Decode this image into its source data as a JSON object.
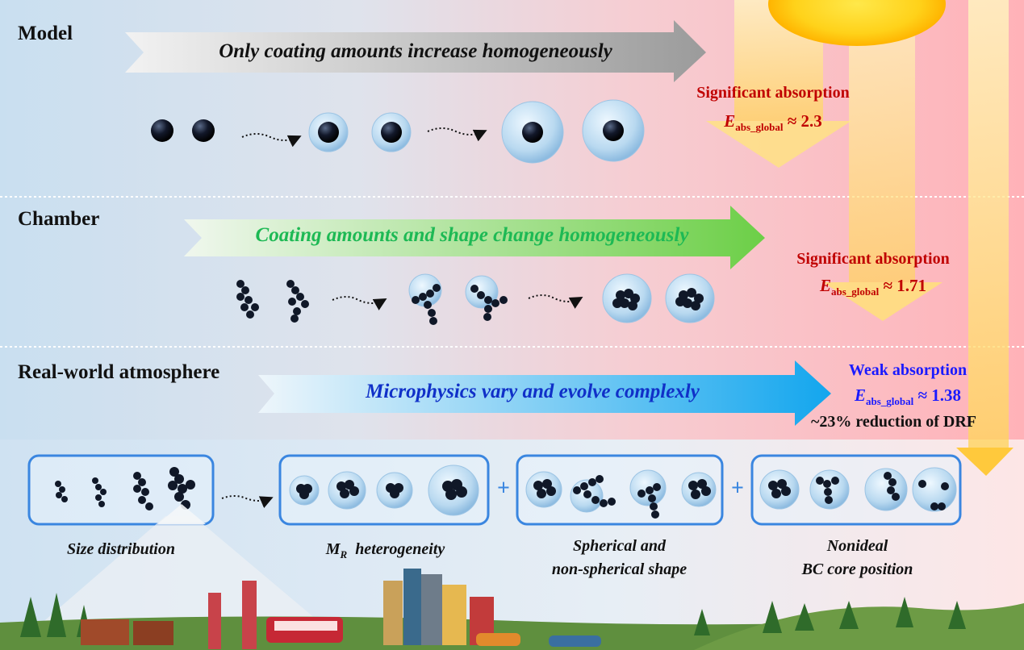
{
  "sections": {
    "model": "Model",
    "chamber": "Chamber",
    "real_world": "Real-world atmosphere"
  },
  "arrows": {
    "model": "Only coating amounts increase homogeneously",
    "chamber": "Coating amounts and shape change homogeneously",
    "real_world": "Microphysics  vary and evolve complexly"
  },
  "absorption": {
    "model": {
      "title": "Significant absorption",
      "symbol": "E",
      "subscript": "abs_global",
      "relation": "≈ 2.3"
    },
    "chamber": {
      "title": "Significant absorption",
      "symbol": "E",
      "subscript": "abs_global",
      "relation": "≈ 1.71"
    },
    "real_world": {
      "title": "Weak absorption",
      "symbol": "E",
      "subscript": "abs_global",
      "relation": "≈ 1.38",
      "note": "~23% reduction of DRF"
    }
  },
  "panels": {
    "size_distribution": "Size distribution",
    "mr_symbol": "M",
    "mr_subscript": "R",
    "mr_rest": "heterogeneity",
    "shape_line1": "Spherical and",
    "shape_line2": "non-spherical shape",
    "core_line1": "Nonideal",
    "core_line2": "BC core position",
    "plus": "+"
  },
  "colors": {
    "model_arrow": "#9a9a9a",
    "chamber_text": "#1db954",
    "real_text": "#1030c8",
    "significant": "#c00000",
    "weak": "#1a1aff",
    "panel_border": "#3a86e0"
  }
}
